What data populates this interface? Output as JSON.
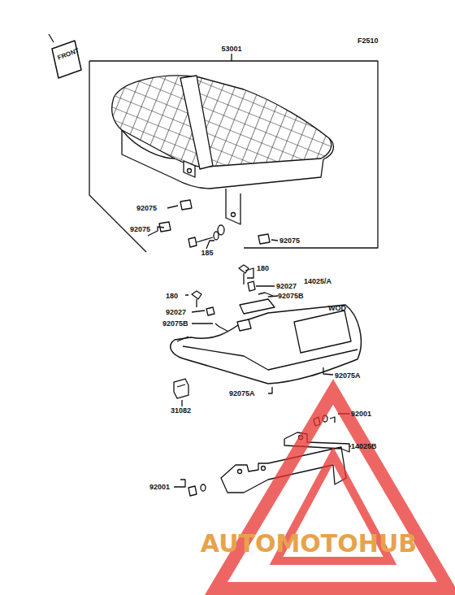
{
  "diagram": {
    "labels": [
      "FRONT",
      "F2510",
      "53001",
      "92075",
      "92075",
      "185",
      "92075",
      "180",
      "92027",
      "14025/A",
      "92075B",
      "WOD",
      "180",
      "92027",
      "92075B",
      "92075A",
      "31082",
      "92075A",
      "92001",
      "14025B",
      "92001",
      "AUTOMOTOHUB"
    ]
  }
}
